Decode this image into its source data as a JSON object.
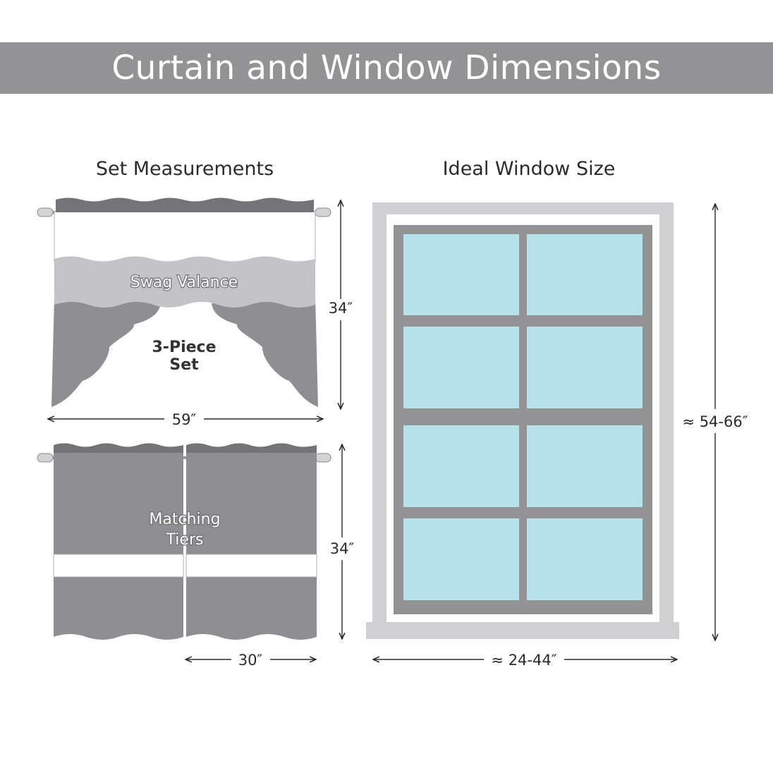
{
  "title": "Curtain and Window Dimensions",
  "left_section": {
    "title": "Set Measurements",
    "swag_label": "Swag Valance",
    "set_label_line1": "3-Piece",
    "set_label_line2": "Set",
    "swag_height": "34″",
    "swag_width": "59″",
    "tiers_label_line1": "Matching",
    "tiers_label_line2": "Tiers",
    "tier_height": "34″",
    "tier_width": "30″"
  },
  "right_section": {
    "title": "Ideal Window Size",
    "window_height": "≈ 54-66″",
    "window_width": "≈ 24-44″",
    "panes": 8
  },
  "colors": {
    "banner": "#939396",
    "curtain_dark": "#8f8f93",
    "curtain_light": "#c4c4c8",
    "frame_light": "#d0d0d2",
    "glass": "#b8e2ea"
  }
}
